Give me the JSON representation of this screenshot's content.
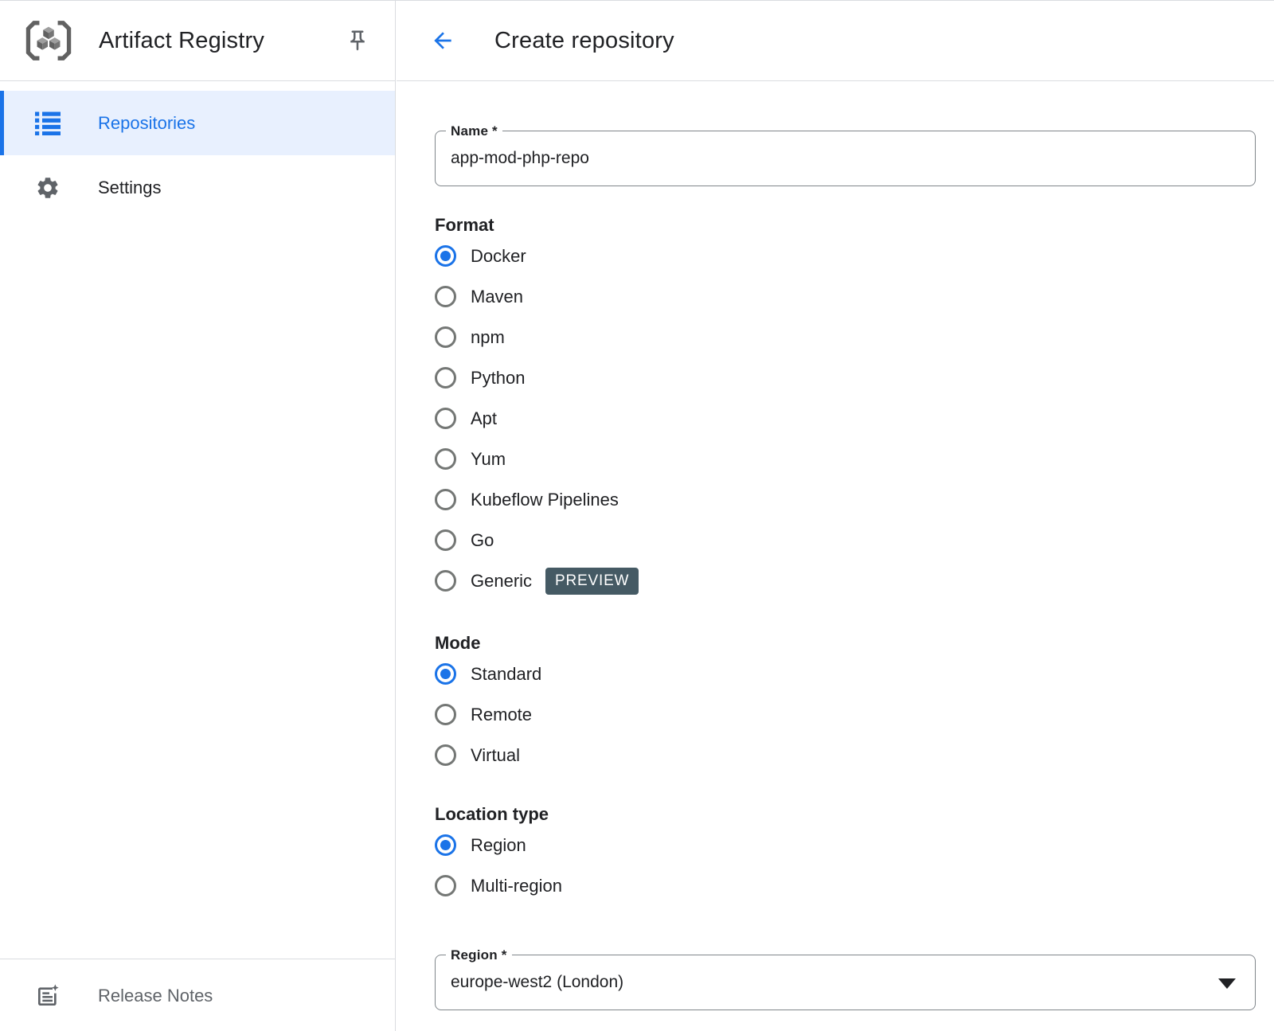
{
  "colors": {
    "accent_blue": "#1a73e8",
    "selected_item_bg": "#e8f0fe",
    "preview_badge_bg": "#455a64",
    "text_primary": "#202124",
    "text_muted": "#5f6368",
    "divider": "#dadce0",
    "field_border": "#80868b"
  },
  "icons": {
    "logo": "artifact-registry-logo",
    "pin": "pin-icon",
    "repositories": "list-icon",
    "settings": "gear-icon",
    "release_notes": "release-notes-icon",
    "back": "arrow-back-icon",
    "dropdown": "dropdown-arrow-icon"
  },
  "sidebar": {
    "app_title": "Artifact Registry",
    "items": [
      {
        "label": "Repositories",
        "selected": true
      },
      {
        "label": "Settings",
        "selected": false
      }
    ],
    "footer": {
      "release_notes_label": "Release Notes"
    }
  },
  "header": {
    "title": "Create repository"
  },
  "form": {
    "name_field": {
      "label": "Name *",
      "value": "app-mod-php-repo"
    },
    "format": {
      "heading": "Format",
      "options": [
        {
          "label": "Docker",
          "selected": true
        },
        {
          "label": "Maven",
          "selected": false
        },
        {
          "label": "npm",
          "selected": false
        },
        {
          "label": "Python",
          "selected": false
        },
        {
          "label": "Apt",
          "selected": false
        },
        {
          "label": "Yum",
          "selected": false
        },
        {
          "label": "Kubeflow Pipelines",
          "selected": false
        },
        {
          "label": "Go",
          "selected": false
        },
        {
          "label": "Generic",
          "selected": false,
          "badge": "PREVIEW"
        }
      ]
    },
    "mode": {
      "heading": "Mode",
      "options": [
        {
          "label": "Standard",
          "selected": true
        },
        {
          "label": "Remote",
          "selected": false
        },
        {
          "label": "Virtual",
          "selected": false
        }
      ]
    },
    "location_type": {
      "heading": "Location type",
      "options": [
        {
          "label": "Region",
          "selected": true
        },
        {
          "label": "Multi-region",
          "selected": false
        }
      ]
    },
    "region_field": {
      "label": "Region *",
      "value": "europe-west2 (London)"
    }
  }
}
